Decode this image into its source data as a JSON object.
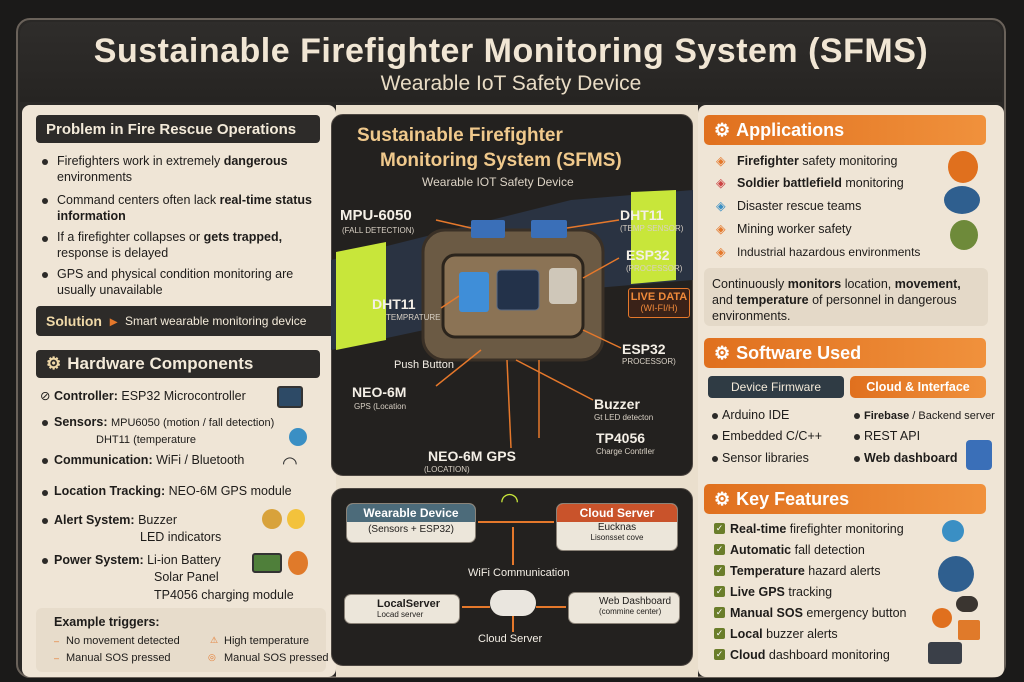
{
  "header": {
    "title": "Sustainable Firefighter Monitoring System (SFMS)",
    "subtitle": "Wearable IoT Safety Device"
  },
  "problem": {
    "heading": "Problem in Fire Rescue Operations",
    "items": [
      {
        "a": "Firefighters work in extremely ",
        "b": "dangerous",
        "c": " environments"
      },
      {
        "a": "Command centers often lack ",
        "b": "real-time status information",
        "c": ""
      },
      {
        "a": "If a firefighter collapses or ",
        "b": "gets trapped,",
        "c": " response is delayed"
      },
      {
        "a": "GPS and physical condition monitoring are usually unavailable",
        "b": "",
        "c": ""
      }
    ]
  },
  "solution": {
    "label": "Solution",
    "text": "Smart wearable monitoring device"
  },
  "hardware": {
    "heading": "Hardware Components",
    "rows": [
      {
        "k": "Controller:",
        "v": "ESP32 Microcontroller"
      },
      {
        "k": "Sensors:",
        "v": "MPU6050 (motion / fall detection)",
        "v2": "DHT11 (temperature"
      },
      {
        "k": "Communication:",
        "v": "WiFi / Bluetooth"
      },
      {
        "k": "Location Tracking:",
        "v": "NEO-6M GPS module"
      },
      {
        "k": "Alert System:",
        "v": "Buzzer",
        "v2": "LED indicators"
      },
      {
        "k": "Power System:",
        "v": "Li-ion Battery",
        "v2": "Solar Panel",
        "v3": "TP4056 charging module"
      }
    ]
  },
  "triggers": {
    "heading": "Example triggers:",
    "items": [
      "No movement detected",
      "High temperature",
      "Manual SOS pressed",
      "Manual SOS pressed"
    ]
  },
  "device": {
    "title1": "Sustainable Firefighter",
    "title2": "Monitoring System (SFMS)",
    "subtitle": "Wearable IOT Safety Device",
    "labels": {
      "mpu": "MPU-6050",
      "mpu_s": "(FALL DETECTION)",
      "dht_r": "DHT11",
      "dht_r_s": "(TEMP SENSOR)",
      "esp_r": "ESP32",
      "esp_r_s": "(PROCESSOR)",
      "dht_l": "DHT11",
      "dht_l_s": "TEMPRATURE",
      "live": "LIVE DATA",
      "live_s": "(WI-FI/H)",
      "push": "Push Button",
      "esp_r2": "ESP32",
      "esp_r2_s": "PROCESSOR)",
      "neo_l": "NEO-6M",
      "neo_l_s": "GPS (Location",
      "buzzer": "Buzzer",
      "buzzer_s": "Gt LED detecton",
      "tp": "TP4056",
      "tp_s": "Charge Contrller",
      "neo_b": "NEO-6M GPS",
      "neo_b_s": "(LOCATION)"
    }
  },
  "flow": {
    "wearable": "Wearable Device",
    "wearable_s": "(Sensors + ESP32)",
    "cloud": "Cloud Server",
    "cloud_s1": "Eucknas",
    "cloud_s2": "Lisonsset cove",
    "wifi": "WiFi Communication",
    "local": "LocalServer",
    "local_s": "Locad server",
    "web": "Web Dashboard",
    "web_s": "(commine center)",
    "cloud_bottom": "Cloud Server"
  },
  "applications": {
    "heading": "Applications",
    "items": [
      {
        "b": "Firefighter",
        "r": " safety monitoring"
      },
      {
        "b": "Soldier battlefield",
        "r": " monitoring"
      },
      {
        "b": "",
        "r": "Disaster rescue teams"
      },
      {
        "b": "",
        "r": "Mining worker safety"
      },
      {
        "b": "",
        "r": "Industrial hazardous environments"
      }
    ],
    "note_a": "Continuously ",
    "note_b": "monitors",
    "note_c": " location, ",
    "note_d": "movement,",
    "note_e": " and ",
    "note_f": "temperature",
    "note_g": " of personnel in dangerous environments."
  },
  "software": {
    "heading": "Software Used",
    "firmware_h": "Device Firmware",
    "firmware": [
      "Arduino IDE",
      "Embedded C/C++",
      "Sensor libraries"
    ],
    "cloud_h": "Cloud & Interface",
    "cloud": [
      {
        "b": "Firebase",
        "r": " / Backend server"
      },
      {
        "b": "",
        "r": "REST API"
      },
      {
        "b": "Web dashboard",
        "r": ""
      }
    ]
  },
  "features": {
    "heading": "Key Features",
    "items": [
      {
        "b": "Real-time",
        "r": " firefighter monitoring"
      },
      {
        "b": "Automatic",
        "r": " fall detection"
      },
      {
        "b": "Temperature",
        "r": " hazard alerts"
      },
      {
        "b": "Live GPS",
        "r": " tracking"
      },
      {
        "b": "Manual SOS",
        "r": " emergency button"
      },
      {
        "b": "Local",
        "r": " buzzer alerts"
      },
      {
        "b": "Cloud",
        "r": " dashboard monitoring"
      }
    ]
  },
  "colors": {
    "accent": "#e5782b",
    "dark": "#2d2b29",
    "panel": "#efe5d6",
    "band": "#c8e63a"
  }
}
